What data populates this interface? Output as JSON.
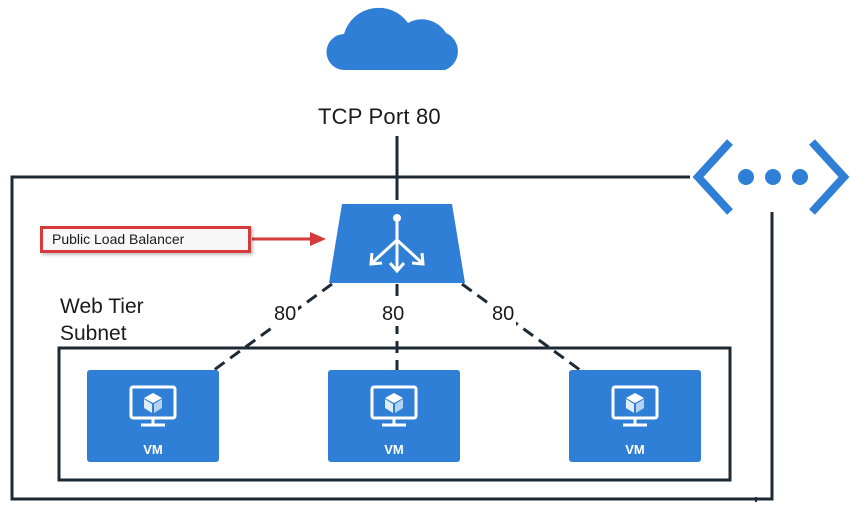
{
  "title": "TCP Port 80",
  "callout_label": "Public Load Balancer",
  "subnet_label_line1": "Web Tier",
  "subnet_label_line2": "Subnet",
  "ports": [
    "80",
    "80",
    "80"
  ],
  "vms": [
    {
      "label": "VM"
    },
    {
      "label": "VM"
    },
    {
      "label": "VM"
    }
  ],
  "icons": [
    "cloud-icon",
    "load-balancer-icon",
    "virtual-network-icon",
    "vm-icon"
  ],
  "colors": {
    "azure_blue": "#2f7fd6",
    "callout_red": "#d63a3a",
    "line": "#1e2a33"
  }
}
